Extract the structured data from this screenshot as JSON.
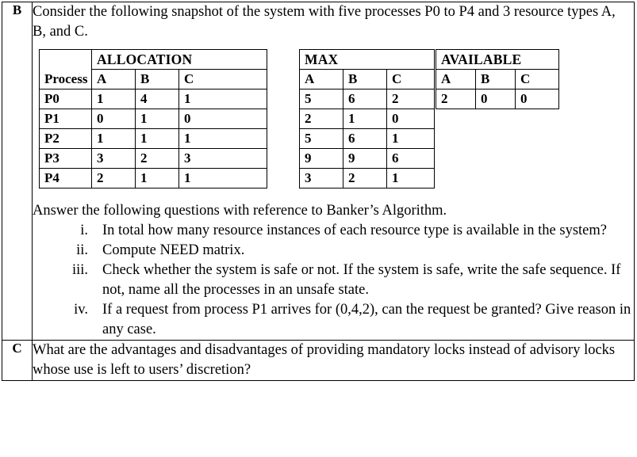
{
  "rows": [
    {
      "label": "B",
      "intro": "Consider the following snapshot of the system with five processes P0 to P4 and 3 resource types A, B, and C.",
      "answer_lead": "Answer the following questions with reference to Banker’s Algorithm.",
      "questions": [
        {
          "num": "i.",
          "text": "In total how many resource instances of each resource type is available in the system?"
        },
        {
          "num": "ii.",
          "text": "Compute NEED matrix."
        },
        {
          "num": "iii.",
          "text": "Check whether the system is safe or not. If the system is safe, write the safe sequence. If not, name all the processes in an unsafe state."
        },
        {
          "num": "iv.",
          "text": "If a request from process P1 arrives for (0,4,2), can the request be granted? Give reason in any case."
        }
      ]
    },
    {
      "label": "C",
      "intro": "What are the advantages and disadvantages of providing mandatory locks instead of advisory locks whose use is left to users’ discretion?"
    }
  ],
  "matrices": {
    "allocation": {
      "group_header": "ALLOCATION",
      "process_header": "Process",
      "columns": [
        "A",
        "B",
        "C"
      ],
      "processes": [
        "P0",
        "P1",
        "P2",
        "P3",
        "P4"
      ],
      "values": [
        [
          "1",
          "4",
          "1"
        ],
        [
          "0",
          "1",
          "0"
        ],
        [
          "1",
          "1",
          "1"
        ],
        [
          "3",
          "2",
          "3"
        ],
        [
          "2",
          "1",
          "1"
        ]
      ]
    },
    "max": {
      "group_header": "MAX",
      "columns": [
        "A",
        "B",
        "C"
      ],
      "values": [
        [
          "5",
          "6",
          "2"
        ],
        [
          "2",
          "1",
          "0"
        ],
        [
          "5",
          "6",
          "1"
        ],
        [
          "9",
          "9",
          "6"
        ],
        [
          "3",
          "2",
          "1"
        ]
      ]
    },
    "available": {
      "group_header": "AVAILABLE",
      "columns": [
        "A",
        "B",
        "C"
      ],
      "values": [
        [
          "2",
          "0",
          "0"
        ]
      ]
    }
  }
}
